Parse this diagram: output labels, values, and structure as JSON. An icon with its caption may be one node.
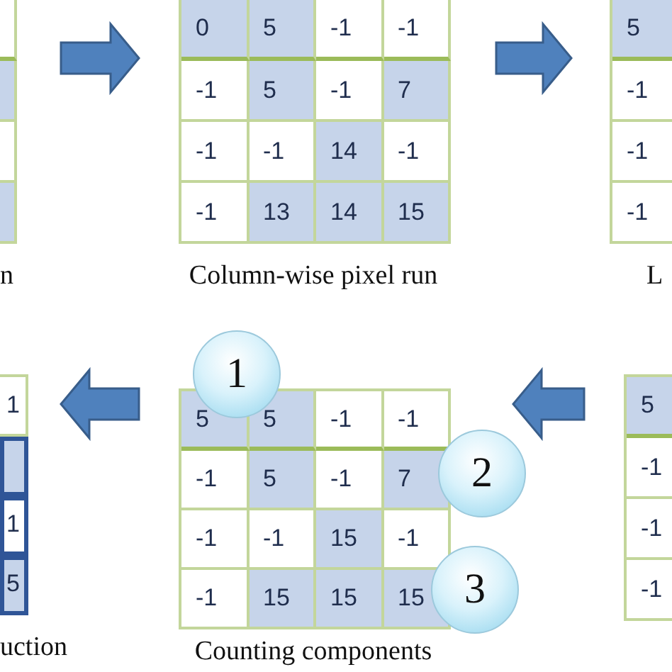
{
  "diagram": {
    "nodes": [
      {
        "text": [],
        "shape": "box",
        "beside": [
          "n"
        ]
      },
      {
        "text": [
          "0",
          "5",
          "-1",
          "-1",
          "-1",
          "5",
          "-1",
          "7",
          "-1",
          "-1",
          "14",
          "-1",
          "-1",
          "13",
          "14",
          "15"
        ],
        "beside": [
          "Column-wise pixel run"
        ]
      },
      {
        "text": [
          "5",
          "-1",
          "-1",
          "-1"
        ],
        "beside": [
          "L"
        ]
      },
      {
        "text": [
          "1",
          "1",
          "5"
        ],
        "beside": [
          "uction"
        ]
      },
      {
        "text": [
          "5",
          "5",
          "-1",
          "-1",
          "-1",
          "5",
          "-1",
          "7",
          "-1",
          "-1",
          "15",
          "-1",
          "-1",
          "15",
          "15",
          "15"
        ],
        "beside": [
          "Counting components"
        ]
      },
      {
        "text": [
          "5",
          "-1",
          "-1",
          "-1"
        ]
      },
      {
        "text": [
          "1"
        ]
      },
      {
        "text": [
          "2"
        ]
      },
      {
        "text": [
          "3"
        ]
      }
    ],
    "edges": [
      {
        "from": 0,
        "to": 1,
        "arrow": "to"
      },
      {
        "from": 1,
        "to": 2,
        "arrow": "to"
      },
      {
        "from": 5,
        "to": 4,
        "arrow": "to"
      },
      {
        "from": 4,
        "to": 3,
        "arrow": "to"
      }
    ]
  }
}
